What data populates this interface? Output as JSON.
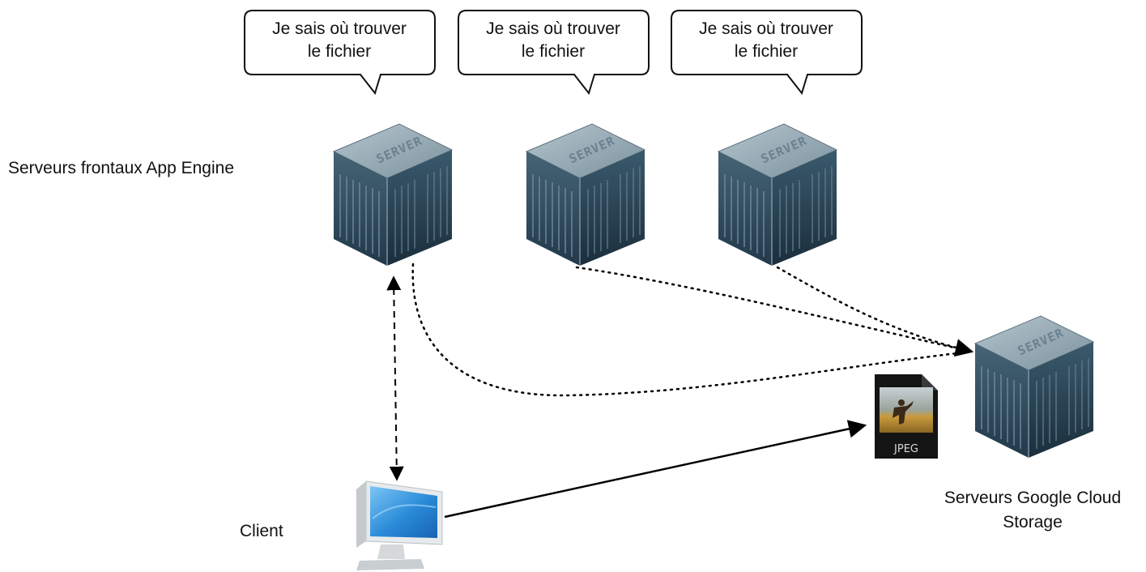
{
  "bubbles": [
    {
      "line1": "Je sais où trouver",
      "line2": "le fichier"
    },
    {
      "line1": "Je sais où trouver",
      "line2": "le fichier"
    },
    {
      "line1": "Je sais où trouver",
      "line2": "le fichier"
    }
  ],
  "labels": {
    "frontend": "Serveurs frontaux App Engine",
    "client": "Client",
    "storage_line1": "Serveurs Google Cloud",
    "storage_line2": "Storage"
  },
  "icons": {
    "server_word": "SERVER",
    "file_type": "JPEG"
  },
  "colors": {
    "server_body": "#2f4c5e",
    "server_top": "#8ea3b0",
    "screen": "#2e8fd8",
    "line": "#000000"
  }
}
